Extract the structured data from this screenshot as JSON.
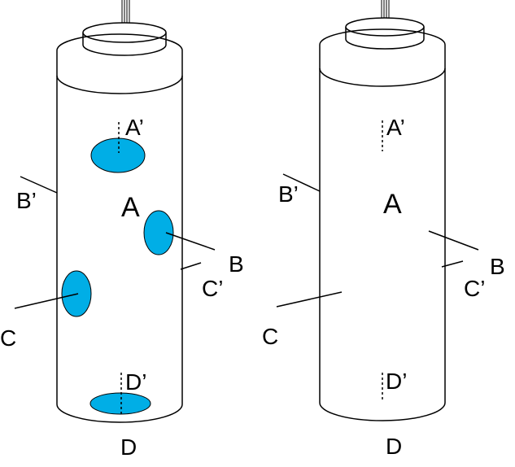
{
  "colors": {
    "outline": "#000000",
    "spot_fill": "#00aee6",
    "background": "#ffffff"
  },
  "left_cylinder": {
    "label_a": "A",
    "label_a_prime": "A’",
    "label_b": "B",
    "label_b_prime": "B’",
    "label_c": "C",
    "label_c_prime": "C’",
    "label_d": "D",
    "label_d_prime": "D’"
  },
  "right_cylinder": {
    "label_a": "A",
    "label_a_prime": "A’",
    "label_b": "B",
    "label_b_prime": "B’",
    "label_c": "C",
    "label_c_prime": "C’",
    "label_d": "D",
    "label_d_prime": "D’"
  }
}
